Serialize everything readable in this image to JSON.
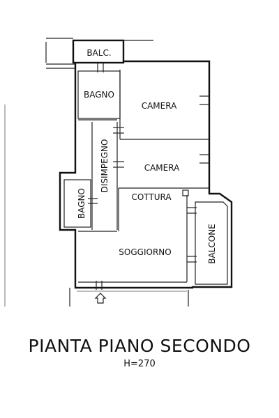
{
  "rooms": {
    "balc": "BALC.",
    "bagno_top": "BAGNO",
    "camera_top": "CAMERA",
    "camera_mid": "CAMERA",
    "disimpegno": "DISIMPEGNO",
    "bagno_left": "BAGNO",
    "cottura": "COTTURA",
    "soggiorno": "SOGGIORNO",
    "balcone": "BALCONE"
  },
  "footer": {
    "title": "PIANTA PIANO SECONDO",
    "height": "H=270"
  },
  "colors": {
    "line": "#111111",
    "background": "#ffffff"
  }
}
